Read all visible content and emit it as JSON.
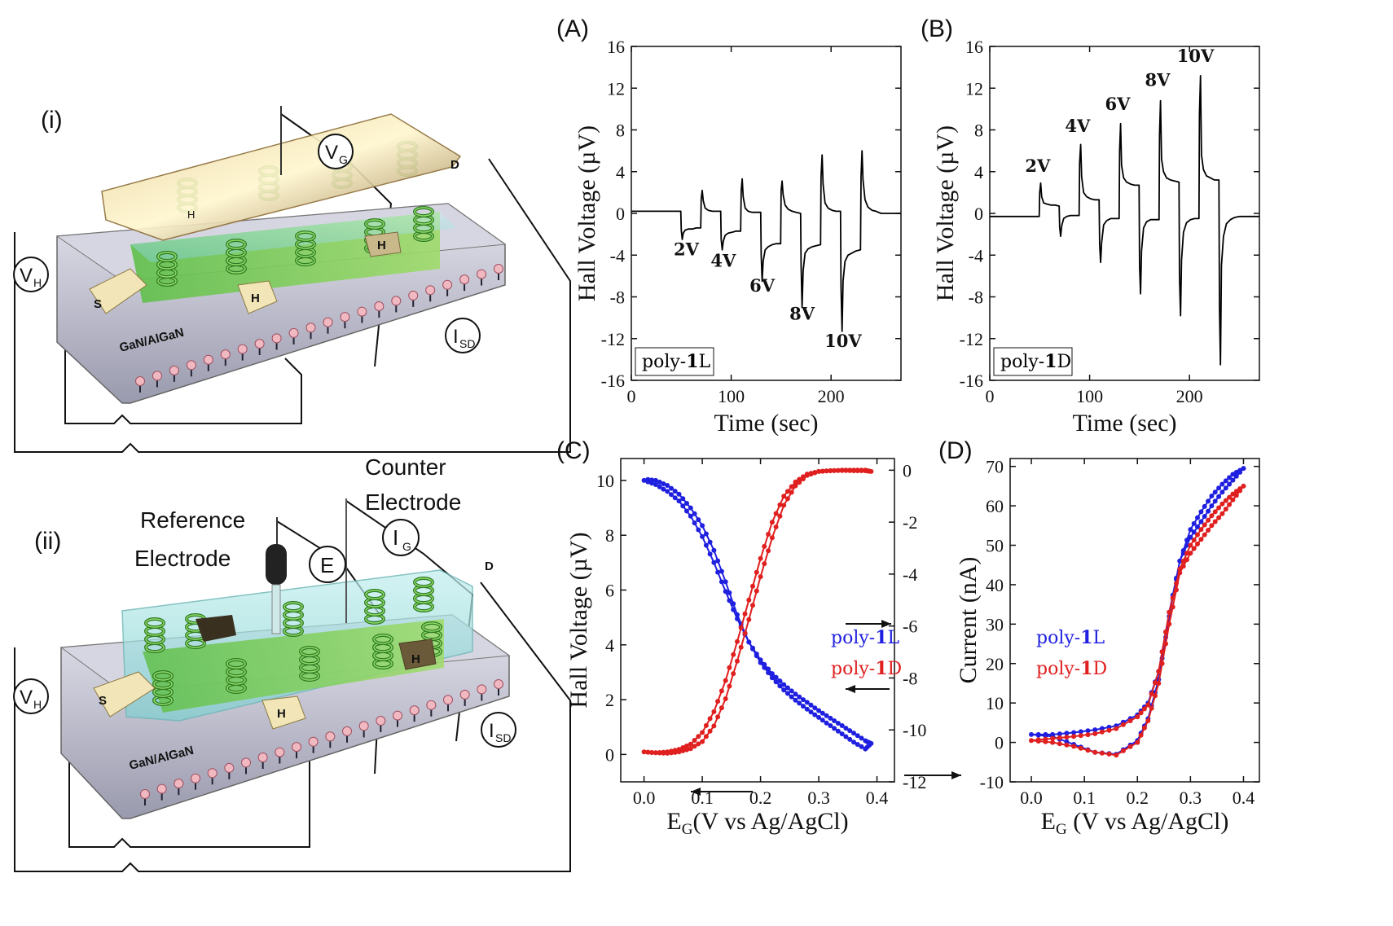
{
  "schematic": {
    "panel_i": "(i)",
    "panel_ii": "(ii)",
    "substrate": "GaN/AlGaN",
    "source": "S",
    "drain": "D",
    "hall": "H",
    "vg_main": "V",
    "vg_sub": "G",
    "vh_main": "V",
    "vh_sub": "H",
    "isd_main": "I",
    "isd_sub": "SD",
    "ig_main": "I",
    "ig_sub": "G",
    "e_label": "E",
    "reference_electrode": [
      "Reference",
      "Electrode"
    ],
    "counter_electrode": [
      "Counter",
      "Electrode"
    ],
    "colors": {
      "top_electrode": "#b7995f",
      "polymer": "#7fcf5a",
      "liquid": "#8fd8d8",
      "substrate": "#b9b9c9",
      "helix": "#3f8f2f"
    }
  },
  "chart_data": [
    {
      "panel": "(A)",
      "type": "line",
      "xlabel": "Time (sec)",
      "ylabel": "Hall Voltage (µV)",
      "xlim": [
        0,
        270
      ],
      "ylim": [
        -16,
        16
      ],
      "xticks": [
        "0",
        "100",
        "200"
      ],
      "yticks": [
        "16",
        "12",
        "8",
        "4",
        "0",
        "-4",
        "-8",
        "-12",
        "-16"
      ],
      "box_label": {
        "prefix": "poly-",
        "bold": "1",
        "suffix": "L"
      },
      "color": "#000000",
      "annotations": [
        {
          "text": "2V",
          "x": 55,
          "y": -4
        },
        {
          "text": "4V",
          "x": 92,
          "y": -5.1
        },
        {
          "text": "6V",
          "x": 131,
          "y": -7.5
        },
        {
          "text": "8V",
          "x": 171,
          "y": -10.2
        },
        {
          "text": "10V",
          "x": 212,
          "y": -12.8
        }
      ],
      "series": [
        {
          "x": [
            0,
            49.5,
            50,
            51,
            52,
            54,
            57,
            61,
            65,
            69.5,
            70,
            71,
            72,
            74,
            77,
            81,
            85,
            89.5,
            90,
            91,
            92,
            94,
            97,
            101,
            105,
            109.5,
            110,
            111,
            112,
            114,
            117,
            121,
            125,
            129.5,
            130,
            131,
            132,
            134,
            137,
            141,
            145,
            149.5,
            150,
            151,
            152,
            154,
            157,
            161,
            165,
            169.5,
            170,
            171,
            172,
            174,
            177,
            181,
            185,
            189.5,
            190,
            191,
            192,
            194,
            197,
            201,
            205,
            209.5,
            210,
            211,
            212,
            214,
            217,
            221,
            225,
            229.5,
            230,
            231,
            232,
            234,
            237,
            241,
            245,
            250,
            270
          ],
          "y": [
            0.2,
            0.2,
            -1.6,
            -2.5,
            -1.9,
            -1.6,
            -1.5,
            -1.5,
            -1.4,
            -1.4,
            1.4,
            2.2,
            1.2,
            0.5,
            0.3,
            0.2,
            0.2,
            0.2,
            -2.5,
            -3.5,
            -2.7,
            -2.1,
            -1.9,
            -1.8,
            -1.7,
            -1.7,
            2.2,
            3.3,
            1.6,
            0.5,
            0.2,
            0.1,
            0.1,
            0.1,
            -4.0,
            -6.5,
            -4.6,
            -3.5,
            -3.2,
            -3.0,
            -2.9,
            -2.9,
            2.2,
            3.1,
            1.8,
            0.8,
            0.4,
            0.2,
            0.1,
            0.0,
            -5.0,
            -9.0,
            -5.5,
            -3.8,
            -3.4,
            -3.2,
            -3.1,
            -3.0,
            3.5,
            5.6,
            2.8,
            1.0,
            0.5,
            0.3,
            0.2,
            0.2,
            -7.0,
            -11.3,
            -6.5,
            -4.6,
            -4.0,
            -3.8,
            -3.6,
            -3.5,
            3.5,
            6.0,
            3.2,
            1.3,
            0.6,
            0.3,
            0.2,
            0.0,
            0.0
          ]
        }
      ]
    },
    {
      "panel": "(B)",
      "type": "line",
      "xlabel": "Time (sec)",
      "ylabel": "Hall Voltage (µV)",
      "xlim": [
        0,
        270
      ],
      "ylim": [
        -16,
        16
      ],
      "xticks": [
        "0",
        "100",
        "200"
      ],
      "yticks": [
        "16",
        "12",
        "8",
        "4",
        "0",
        "-4",
        "-8",
        "-12",
        "-16"
      ],
      "box_label": {
        "prefix": "poly-",
        "bold": "1",
        "suffix": "D"
      },
      "color": "#000000",
      "annotations": [
        {
          "text": "2V",
          "x": 48,
          "y": 4
        },
        {
          "text": "4V",
          "x": 88,
          "y": 7.8
        },
        {
          "text": "6V",
          "x": 128,
          "y": 9.9
        },
        {
          "text": "8V",
          "x": 168,
          "y": 12.2
        },
        {
          "text": "10V",
          "x": 206,
          "y": 14.5
        }
      ],
      "series": [
        {
          "x": [
            0,
            49.5,
            50,
            51,
            52,
            54,
            57,
            61,
            65,
            69.5,
            70,
            71,
            72,
            74,
            77,
            81,
            85,
            89.5,
            90,
            91,
            92,
            94,
            97,
            101,
            105,
            109.5,
            110,
            111,
            112,
            114,
            117,
            121,
            125,
            129.5,
            130,
            131,
            132,
            134,
            137,
            141,
            145,
            149.5,
            150,
            151,
            152,
            154,
            157,
            161,
            165,
            169.5,
            170,
            171,
            172,
            174,
            177,
            181,
            185,
            189.5,
            190,
            191,
            192,
            194,
            197,
            201,
            205,
            209.5,
            210,
            211,
            212,
            214,
            217,
            221,
            225,
            229.5,
            230,
            231,
            232,
            234,
            237,
            241,
            245,
            250,
            270
          ],
          "y": [
            -0.3,
            -0.3,
            2.0,
            2.9,
            1.6,
            1.0,
            0.9,
            0.8,
            0.8,
            0.7,
            -1.3,
            -2.2,
            -1.2,
            -0.5,
            -0.3,
            -0.2,
            -0.2,
            -0.2,
            4.8,
            6.6,
            3.5,
            2.0,
            1.6,
            1.4,
            1.3,
            1.3,
            -3.0,
            -4.7,
            -2.8,
            -1.1,
            -0.7,
            -0.5,
            -0.5,
            -0.5,
            6.0,
            8.6,
            4.6,
            3.4,
            3.0,
            2.8,
            2.7,
            2.7,
            -5.0,
            -7.7,
            -3.6,
            -1.4,
            -0.8,
            -0.6,
            -0.6,
            -0.6,
            7.5,
            10.8,
            5.2,
            4.0,
            3.4,
            3.2,
            3.1,
            3.0,
            -6.0,
            -9.8,
            -4.5,
            -1.8,
            -0.9,
            -0.6,
            -0.5,
            -0.5,
            9.5,
            13.2,
            5.6,
            4.2,
            3.6,
            3.4,
            3.2,
            3.2,
            -9.0,
            -14.5,
            -5.0,
            -2.2,
            -1.0,
            -0.6,
            -0.4,
            -0.3,
            -0.3
          ]
        }
      ]
    },
    {
      "panel": "(C)",
      "type": "line",
      "xlabel": {
        "main": "E",
        "sub": "G",
        "rest": "(V vs Ag/AgCl)"
      },
      "ylabel": "Hall Voltage (µV)",
      "xlim": [
        -0.04,
        0.43
      ],
      "ylim": [
        -1,
        10.8
      ],
      "y2lim": [
        -12,
        0.45
      ],
      "xticks": [
        "0.0",
        "0.1",
        "0.2",
        "0.3",
        "0.4"
      ],
      "yticks": [
        "10",
        "8",
        "6",
        "4",
        "2",
        "0"
      ],
      "y2ticks": [
        "0",
        "-2",
        "-4",
        "-6",
        "-8",
        "-10",
        "-12"
      ],
      "legend": [
        {
          "prefix": "poly-",
          "bold": "1",
          "suffix": "L",
          "color": "#1f1fe0"
        },
        {
          "prefix": "poly-",
          "bold": "1",
          "suffix": "D",
          "color": "#e01f1f"
        }
      ],
      "series": [
        {
          "name": "poly-1L",
          "axis": "left",
          "color": "#1f1fe0",
          "x": [
            0.0,
            0.02,
            0.04,
            0.06,
            0.08,
            0.1,
            0.12,
            0.14,
            0.16,
            0.18,
            0.2,
            0.22,
            0.24,
            0.26,
            0.28,
            0.3,
            0.32,
            0.34,
            0.36,
            0.38,
            0.39,
            0.38,
            0.36,
            0.34,
            0.32,
            0.3,
            0.28,
            0.26,
            0.24,
            0.22,
            0.2,
            0.18,
            0.16,
            0.14,
            0.12,
            0.1,
            0.08,
            0.06,
            0.04,
            0.02,
            0.0
          ],
          "y": [
            10.0,
            9.85,
            9.6,
            9.25,
            8.7,
            7.95,
            7.0,
            5.95,
            4.95,
            4.1,
            3.45,
            2.95,
            2.55,
            2.2,
            1.9,
            1.6,
            1.32,
            1.05,
            0.78,
            0.5,
            0.4,
            0.2,
            0.45,
            0.75,
            1.05,
            1.35,
            1.65,
            1.98,
            2.35,
            2.8,
            3.35,
            4.1,
            5.1,
            6.3,
            7.45,
            8.35,
            9.0,
            9.5,
            9.82,
            10.0,
            10.05
          ]
        },
        {
          "name": "poly-1D",
          "axis": "right",
          "color": "#e01f1f",
          "x": [
            0.0,
            0.02,
            0.04,
            0.06,
            0.08,
            0.1,
            0.12,
            0.14,
            0.16,
            0.18,
            0.2,
            0.22,
            0.24,
            0.26,
            0.28,
            0.3,
            0.32,
            0.34,
            0.36,
            0.38,
            0.39,
            0.38,
            0.36,
            0.34,
            0.32,
            0.3,
            0.28,
            0.26,
            0.24,
            0.22,
            0.2,
            0.18,
            0.16,
            0.14,
            0.12,
            0.1,
            0.08,
            0.06,
            0.04,
            0.02,
            0.0
          ],
          "y": [
            -10.85,
            -10.88,
            -10.85,
            -10.75,
            -10.55,
            -10.1,
            -9.3,
            -8.1,
            -6.6,
            -5.0,
            -3.4,
            -2.0,
            -1.0,
            -0.45,
            -0.15,
            -0.05,
            -0.02,
            0.0,
            0.0,
            0.0,
            -0.05,
            -0.02,
            -0.02,
            -0.01,
            -0.02,
            -0.05,
            -0.2,
            -0.6,
            -1.35,
            -2.6,
            -4.1,
            -5.75,
            -7.35,
            -8.8,
            -9.85,
            -10.45,
            -10.72,
            -10.85,
            -10.9,
            -10.88,
            -10.85
          ]
        }
      ]
    },
    {
      "panel": "(D)",
      "type": "line",
      "xlabel": {
        "main": "E",
        "sub": "G",
        "rest": " (V vs Ag/AgCl)"
      },
      "ylabel": "Current (nA)",
      "xlim": [
        -0.04,
        0.43
      ],
      "ylim": [
        -10,
        72
      ],
      "xticks": [
        "0.0",
        "0.1",
        "0.2",
        "0.3",
        "0.4"
      ],
      "yticks": [
        "70",
        "60",
        "50",
        "40",
        "30",
        "20",
        "10",
        "0",
        "-10"
      ],
      "legend": [
        {
          "prefix": "poly-",
          "bold": "1",
          "suffix": "L",
          "color": "#1f1fe0"
        },
        {
          "prefix": "poly-",
          "bold": "1",
          "suffix": "D",
          "color": "#e01f1f"
        }
      ],
      "series": [
        {
          "name": "poly-1L",
          "color": "#1f1fe0",
          "x": [
            0.0,
            0.04,
            0.08,
            0.12,
            0.16,
            0.2,
            0.22,
            0.24,
            0.26,
            0.28,
            0.3,
            0.32,
            0.34,
            0.36,
            0.38,
            0.4,
            0.38,
            0.36,
            0.34,
            0.32,
            0.3,
            0.28,
            0.26,
            0.24,
            0.22,
            0.2,
            0.16,
            0.12,
            0.08,
            0.04,
            0.0
          ],
          "y": [
            2.0,
            2.0,
            2.5,
            3.2,
            4.2,
            7.0,
            10.0,
            18.0,
            33.0,
            46.0,
            54.0,
            58.5,
            62.5,
            65.5,
            68.0,
            69.5,
            66.5,
            63.5,
            60.0,
            56.0,
            52.0,
            46.0,
            32.0,
            16.0,
            6.0,
            0.5,
            -3.0,
            -2.5,
            -0.5,
            1.5,
            2.0
          ]
        },
        {
          "name": "poly-1D",
          "color": "#e01f1f",
          "x": [
            0.0,
            0.04,
            0.08,
            0.12,
            0.16,
            0.2,
            0.22,
            0.24,
            0.26,
            0.28,
            0.3,
            0.32,
            0.34,
            0.36,
            0.38,
            0.4,
            0.38,
            0.36,
            0.34,
            0.32,
            0.3,
            0.28,
            0.26,
            0.24,
            0.22,
            0.2,
            0.16,
            0.12,
            0.08,
            0.04,
            0.0
          ],
          "y": [
            0.5,
            1.0,
            1.5,
            2.2,
            3.5,
            6.5,
            9.5,
            18.0,
            33.0,
            44.0,
            50.0,
            54.0,
            57.5,
            60.5,
            63.0,
            65.0,
            61.5,
            58.0,
            55.0,
            51.5,
            48.0,
            43.0,
            30.0,
            15.0,
            5.5,
            0.0,
            -3.2,
            -2.5,
            -1.0,
            0.0,
            0.5
          ]
        }
      ]
    }
  ]
}
